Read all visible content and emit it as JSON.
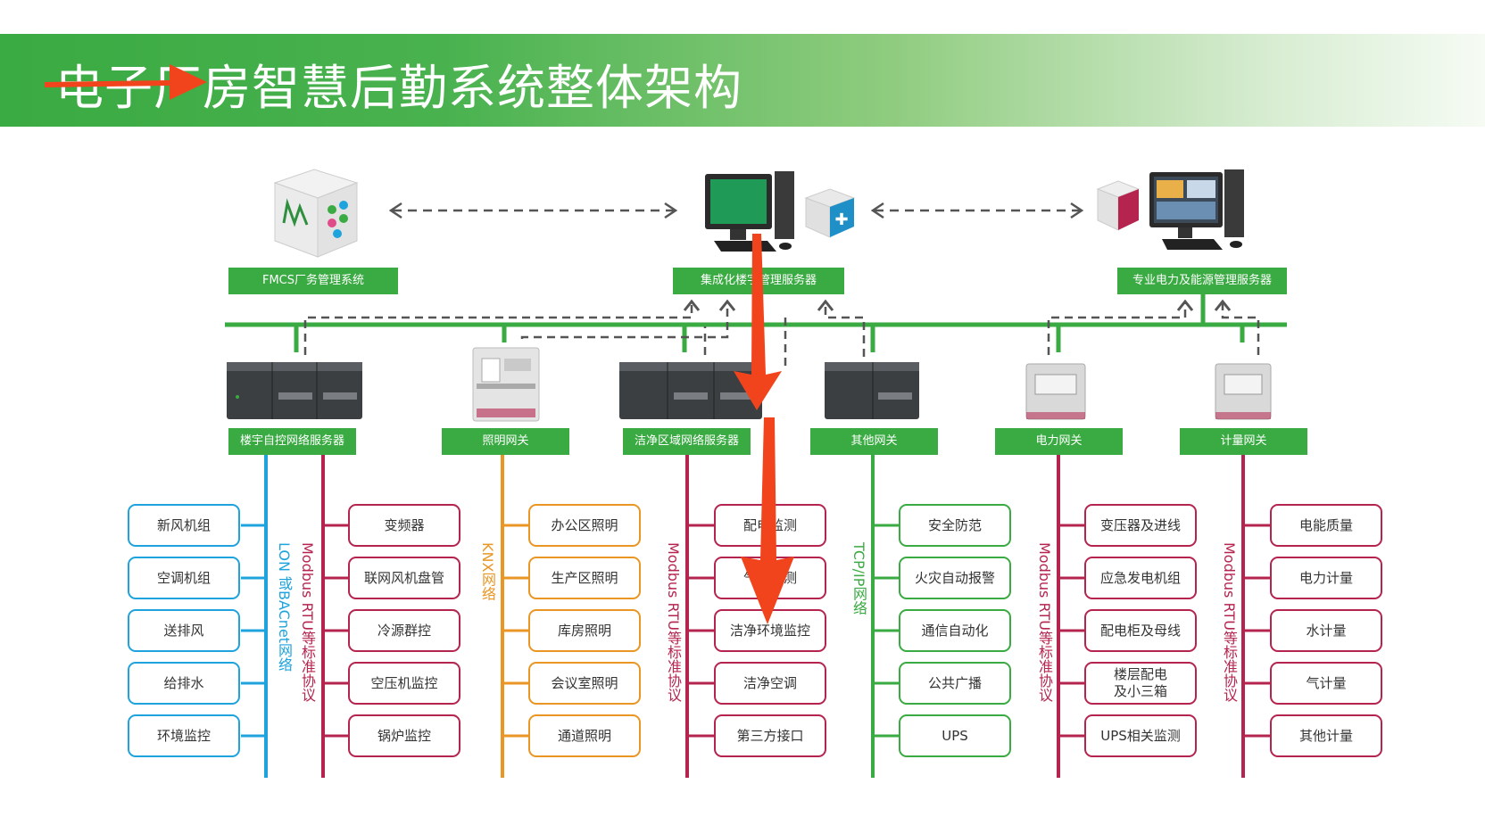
{
  "title": "电子厂房智慧后勤系统整体架构",
  "colors": {
    "green": "#3aaa42",
    "blue": "#1fa3dc",
    "crimson": "#b5244f",
    "orange": "#e99624",
    "red_arrow": "#f2441c"
  },
  "servers": {
    "fmcs": "FMCS厂务管理系统",
    "central": "集成化楼宇管理服务器",
    "power": "专业电力及能源管理服务器"
  },
  "gateways": [
    {
      "label": "楼宇自控网络服务器"
    },
    {
      "label": "照明网关"
    },
    {
      "label": "洁净区域网络服务器"
    },
    {
      "label": "其他网关"
    },
    {
      "label": "电力网关"
    },
    {
      "label": "计量网关"
    }
  ],
  "protocols": {
    "lon": "LON 或BACnet网络",
    "modbus1": "Modbus RTU等标准协议",
    "knx": "KNX网络",
    "modbus2": "Modbus RTU等标准协议",
    "tcpip": "TCP/IP网络",
    "modbus3": "Modbus RTU等标准协议",
    "modbus4": "Modbus RTU等标准协议"
  },
  "columns": {
    "hvac": [
      "新风机组",
      "空调机组",
      "送排风",
      "给排水",
      "环境监控"
    ],
    "equipment": [
      "变频器",
      "联网风机盘管",
      "冷源群控",
      "空压机监控",
      "锅炉监控"
    ],
    "lighting": [
      "办公区照明",
      "生产区照明",
      "库房照明",
      "会议室照明",
      "通道照明"
    ],
    "clean": [
      "配电监测",
      "气体监测",
      "洁净环境监控",
      "洁净空调",
      "第三方接口"
    ],
    "other": [
      "安全防范",
      "火灾自动报警",
      "通信自动化",
      "公共广播",
      "UPS"
    ],
    "power": [
      "变压器及进线",
      "应急发电机组",
      "配电柜及母线",
      "楼层配电\n及小三箱",
      "UPS相关监测"
    ],
    "metering": [
      "电能质量",
      "电力计量",
      "水计量",
      "气计量",
      "其他计量"
    ]
  }
}
